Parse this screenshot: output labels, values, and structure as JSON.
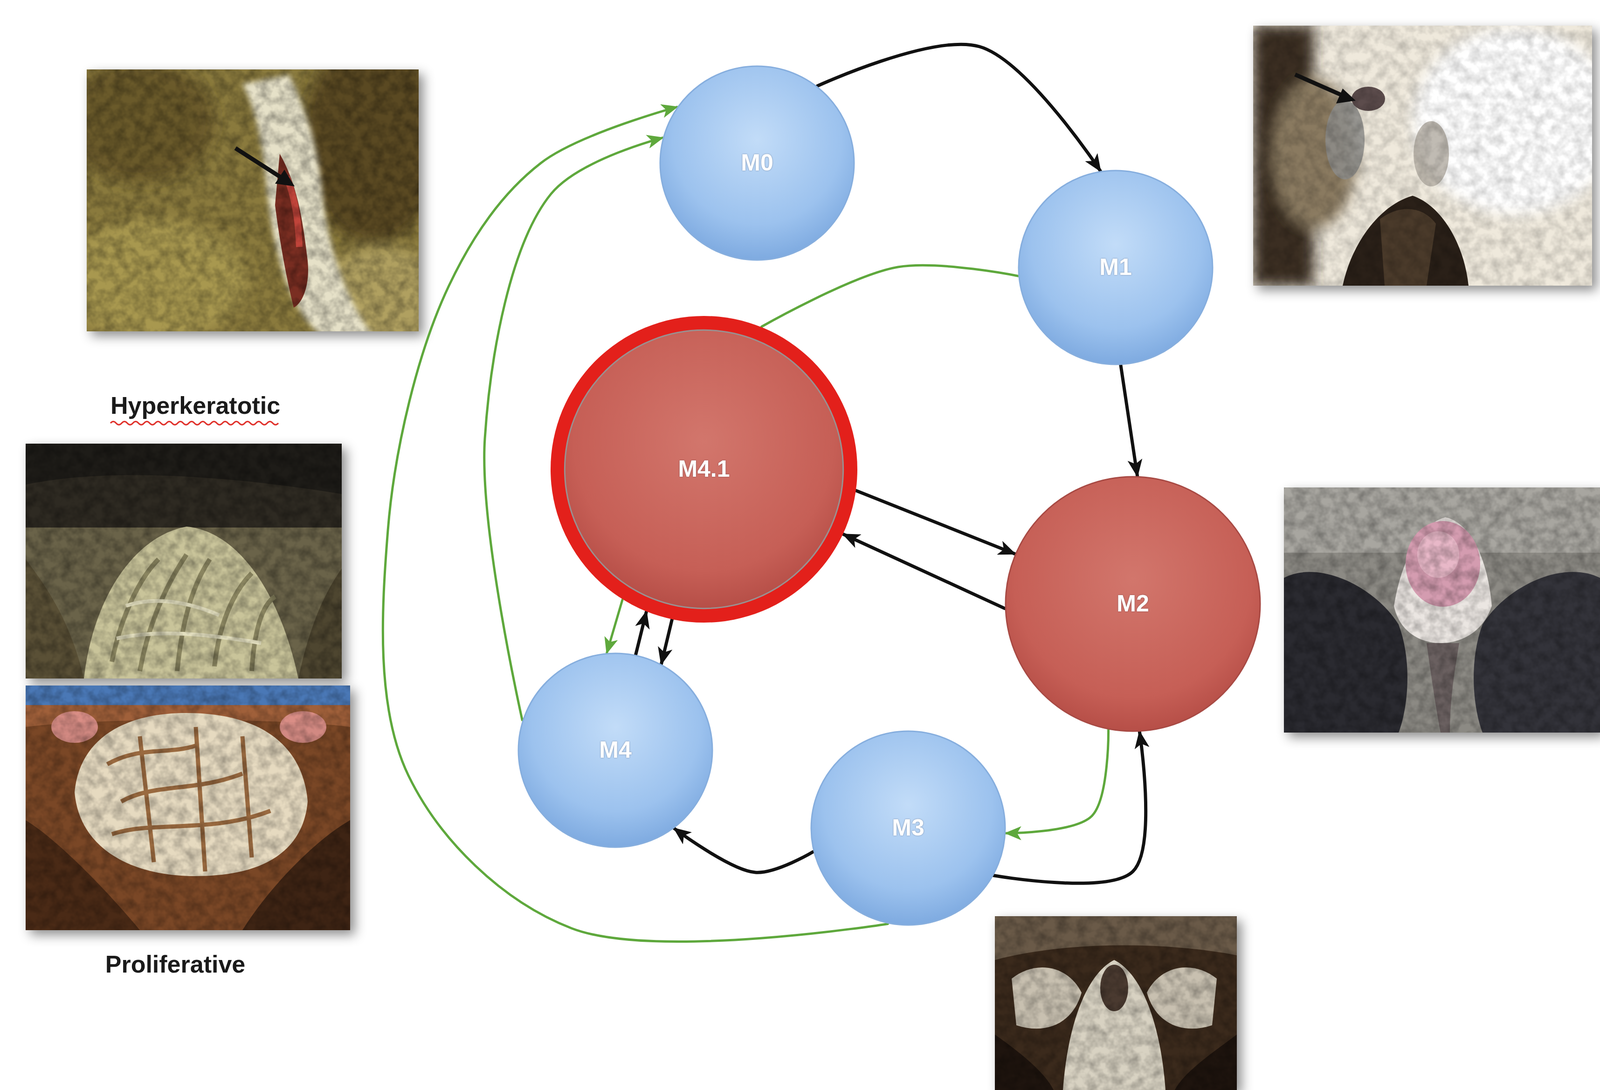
{
  "diagram": {
    "nodes": [
      {
        "text": [
          "M0"
        ]
      },
      {
        "text": [
          "M1"
        ]
      },
      {
        "text": [
          "M4.1"
        ]
      },
      {
        "text": [
          "M2"
        ]
      },
      {
        "text": [
          "M4"
        ]
      },
      {
        "text": [
          "M3"
        ]
      }
    ],
    "edges": [
      {
        "from": 0,
        "to": 1,
        "arrow": "to"
      },
      {
        "from": 1,
        "to": 3,
        "arrow": "to"
      },
      {
        "from": 1,
        "to": 2,
        "arrow": "none"
      },
      {
        "from": 2,
        "to": 3,
        "arrow": "to"
      },
      {
        "from": 3,
        "to": 2,
        "arrow": "to"
      },
      {
        "from": 2,
        "to": 4,
        "arrow": "to"
      },
      {
        "from": 4,
        "to": 2,
        "arrow": "to"
      },
      {
        "from": 2,
        "to": 4,
        "arrow": "to"
      },
      {
        "from": 4,
        "to": 0,
        "arrow": "to"
      },
      {
        "from": 5,
        "to": 0,
        "arrow": "to"
      },
      {
        "from": 3,
        "to": 5,
        "arrow": "to"
      },
      {
        "from": 5,
        "to": 3,
        "arrow": "to"
      },
      {
        "from": 5,
        "to": 4,
        "arrow": "to"
      }
    ],
    "labels": [
      "Hyperkeratotic",
      "Proliferative"
    ]
  }
}
